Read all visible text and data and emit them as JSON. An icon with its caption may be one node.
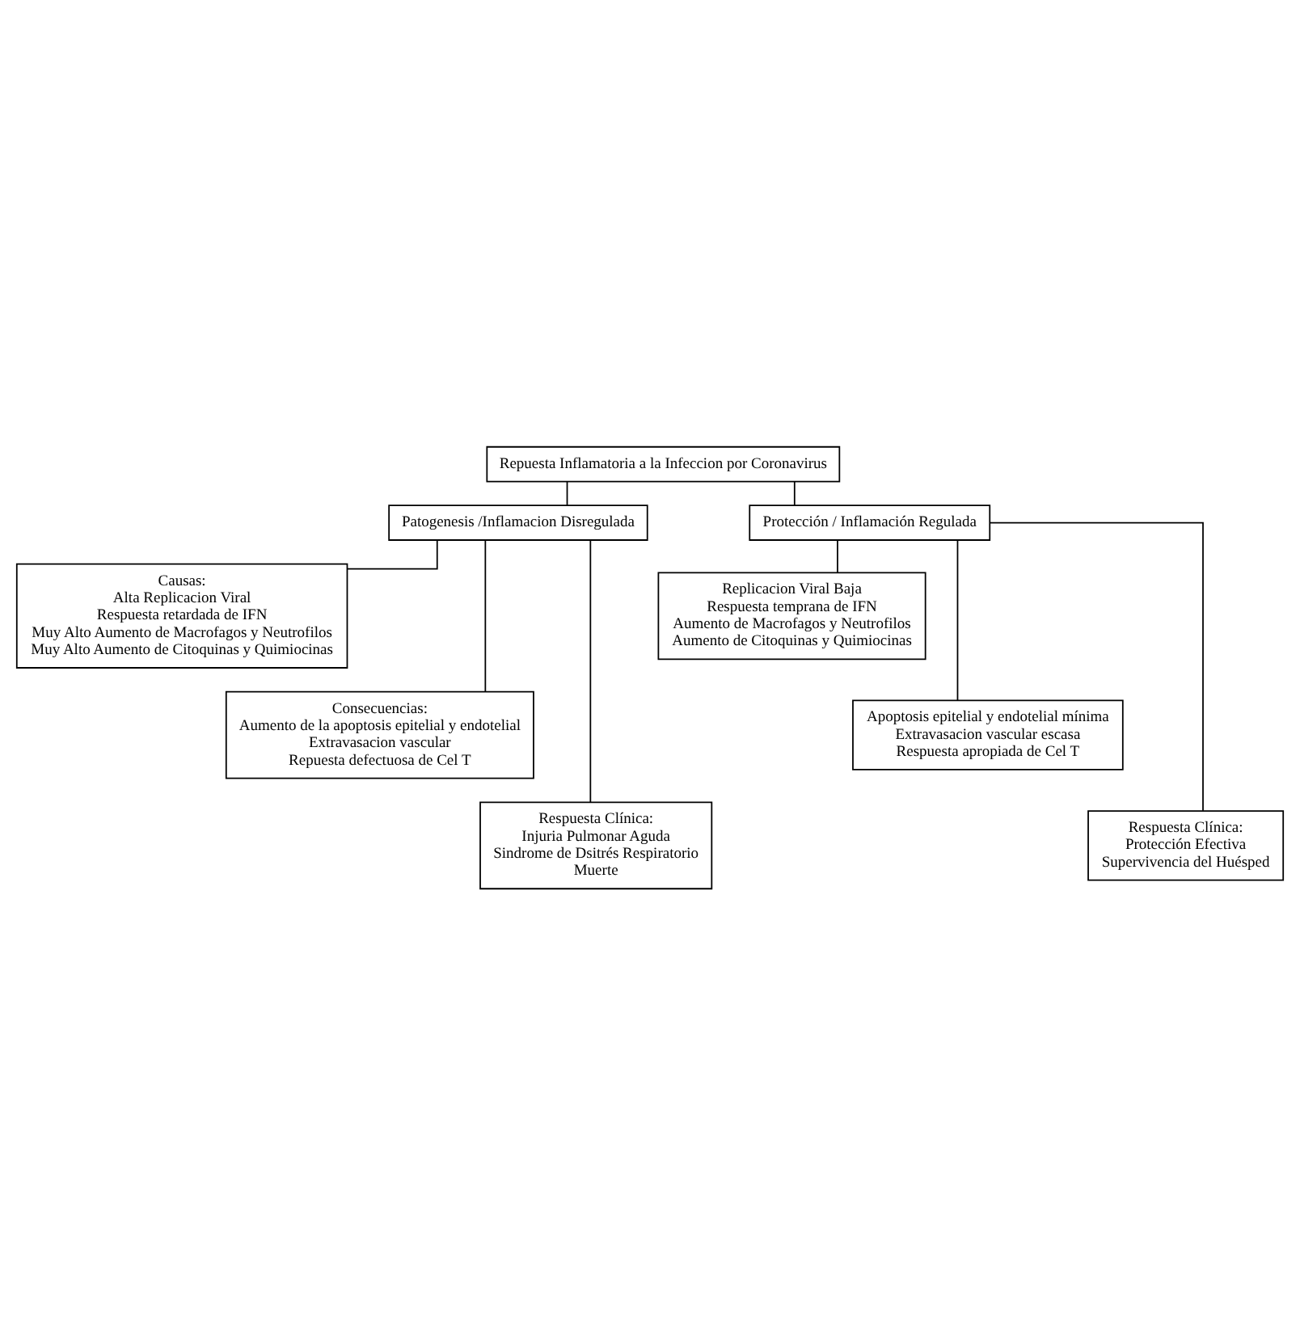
{
  "diagram": {
    "nodes": [
      {
        "text": [
          "Repuesta Inflamatoria a la Infeccion por Coronavirus"
        ]
      },
      {
        "text": [
          "Patogenesis /Inflamacion Disregulada"
        ]
      },
      {
        "text": [
          "Protección / Inflamación Regulada"
        ]
      },
      {
        "text": [
          "Causas:",
          "Alta Replicacion Viral",
          "Respuesta retardada de IFN",
          "Muy Alto Aumento de Macrofagos y Neutrofilos",
          "Muy Alto Aumento de Citoquinas y Quimiocinas"
        ]
      },
      {
        "text": [
          "Consecuencias:",
          "Aumento de la apoptosis epitelial y endotelial",
          "Extravasacion vascular",
          "Repuesta defectuosa de Cel T"
        ]
      },
      {
        "text": [
          "Respuesta Clínica:",
          "Injuria Pulmonar Aguda",
          "Sindrome de Dsitrés Respiratorio",
          "Muerte"
        ]
      },
      {
        "text": [
          "Replicacion Viral Baja",
          "Respuesta temprana de IFN",
          "Aumento de Macrofagos y Neutrofilos",
          "Aumento de Citoquinas y Quimiocinas"
        ]
      },
      {
        "text": [
          "Apoptosis epitelial y endotelial mínima",
          "Extravasacion vascular escasa",
          "Respuesta apropiada de Cel T"
        ]
      },
      {
        "text": [
          "Respuesta Clínica:",
          "Protección Efectiva",
          "Supervivencia del Huésped"
        ]
      }
    ],
    "edges": [
      {
        "from": 0,
        "to": 1,
        "arrow": "none"
      },
      {
        "from": 0,
        "to": 2,
        "arrow": "none"
      },
      {
        "from": 1,
        "to": 3,
        "arrow": "none"
      },
      {
        "from": 1,
        "to": 4,
        "arrow": "none"
      },
      {
        "from": 1,
        "to": 5,
        "arrow": "none"
      },
      {
        "from": 2,
        "to": 6,
        "arrow": "none"
      },
      {
        "from": 2,
        "to": 7,
        "arrow": "none"
      },
      {
        "from": 2,
        "to": 8,
        "arrow": "none"
      }
    ]
  }
}
